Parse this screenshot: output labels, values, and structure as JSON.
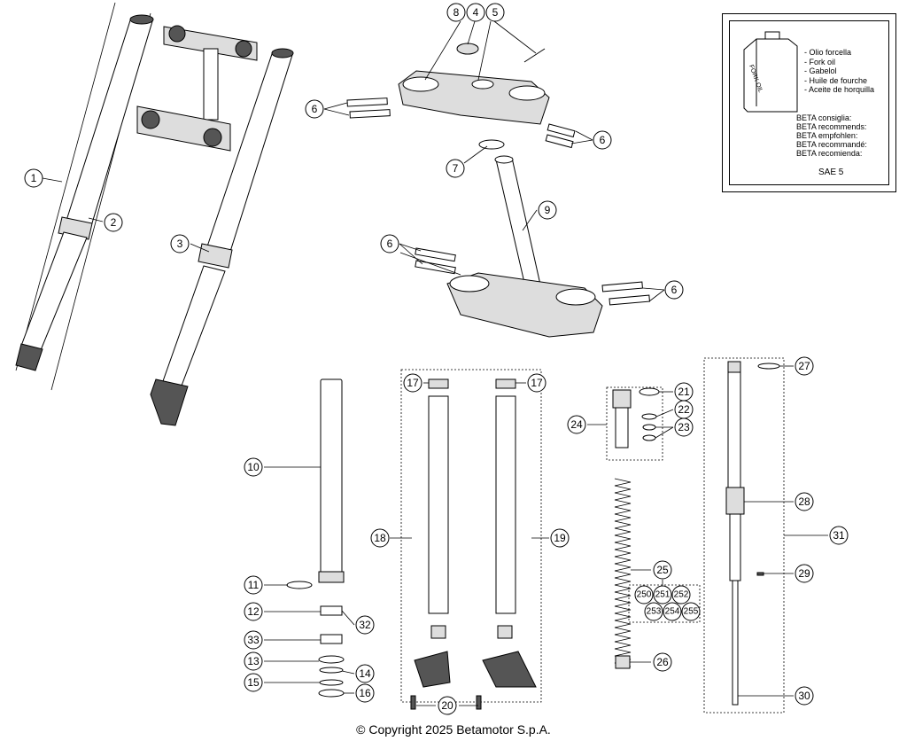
{
  "callouts": [
    {
      "id": "1",
      "label": "1"
    },
    {
      "id": "2",
      "label": "2"
    },
    {
      "id": "3",
      "label": "3"
    },
    {
      "id": "4",
      "label": "4"
    },
    {
      "id": "5",
      "label": "5"
    },
    {
      "id": "6a",
      "label": "6"
    },
    {
      "id": "6b",
      "label": "6"
    },
    {
      "id": "6c",
      "label": "6"
    },
    {
      "id": "6d",
      "label": "6"
    },
    {
      "id": "7",
      "label": "7"
    },
    {
      "id": "8",
      "label": "8"
    },
    {
      "id": "9",
      "label": "9"
    },
    {
      "id": "10",
      "label": "10"
    },
    {
      "id": "11",
      "label": "11"
    },
    {
      "id": "12",
      "label": "12"
    },
    {
      "id": "13",
      "label": "13"
    },
    {
      "id": "14",
      "label": "14"
    },
    {
      "id": "15",
      "label": "15"
    },
    {
      "id": "16",
      "label": "16"
    },
    {
      "id": "17a",
      "label": "17"
    },
    {
      "id": "17b",
      "label": "17"
    },
    {
      "id": "18",
      "label": "18"
    },
    {
      "id": "19",
      "label": "19"
    },
    {
      "id": "20",
      "label": "20"
    },
    {
      "id": "21",
      "label": "21"
    },
    {
      "id": "22",
      "label": "22"
    },
    {
      "id": "23",
      "label": "23"
    },
    {
      "id": "24",
      "label": "24"
    },
    {
      "id": "25",
      "label": "25"
    },
    {
      "id": "26",
      "label": "26"
    },
    {
      "id": "27",
      "label": "27"
    },
    {
      "id": "28",
      "label": "28"
    },
    {
      "id": "29",
      "label": "29"
    },
    {
      "id": "30",
      "label": "30"
    },
    {
      "id": "31",
      "label": "31"
    },
    {
      "id": "32",
      "label": "32"
    },
    {
      "id": "33",
      "label": "33"
    },
    {
      "id": "250",
      "label": "250"
    },
    {
      "id": "251",
      "label": "251"
    },
    {
      "id": "252",
      "label": "252"
    },
    {
      "id": "253",
      "label": "253"
    },
    {
      "id": "254",
      "label": "254"
    },
    {
      "id": "255",
      "label": "255"
    }
  ],
  "oil_info": {
    "can_label": "FORK OIL",
    "languages": [
      "- Olio forcella",
      "- Fork oil",
      "- Gabelol",
      "- Huile de fourche",
      "- Aceite de horquilla"
    ],
    "recommend": [
      "BETA consiglia:",
      "BETA recommends:",
      "BETA empfohlen:",
      "BETA recommandé:",
      "BETA recomienda:"
    ],
    "grade": "SAE 5"
  },
  "copyright": "© Copyright 2025 Betamotor S.p.A."
}
